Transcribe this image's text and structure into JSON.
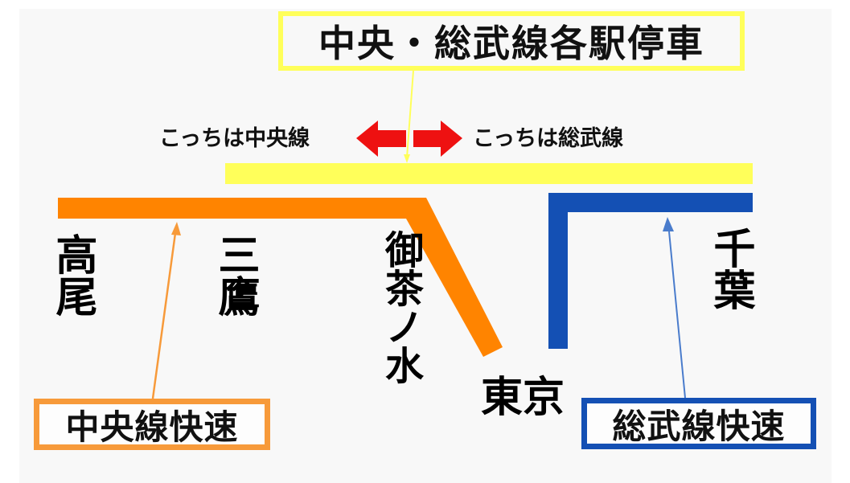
{
  "title": "中央・総武線各駅停車",
  "direction": {
    "left_label": "こっちは中央線",
    "right_label": "こっちは総武線"
  },
  "stations": {
    "takao": "高尾",
    "mitaka": "三鷹",
    "ochanomizu": "御茶ノ水",
    "tokyo": "東京",
    "chiba": "千葉"
  },
  "lines": {
    "local": {
      "name": "中央・総武線各駅停車",
      "color": "#ffff5a"
    },
    "chuo_rapid": {
      "name": "中央線快速",
      "color": "#ff8400",
      "box_color": "#f79a3a"
    },
    "sobu_rapid": {
      "name": "総武線快速",
      "color": "#1450b4"
    }
  },
  "arrow_color": "#ee1111"
}
